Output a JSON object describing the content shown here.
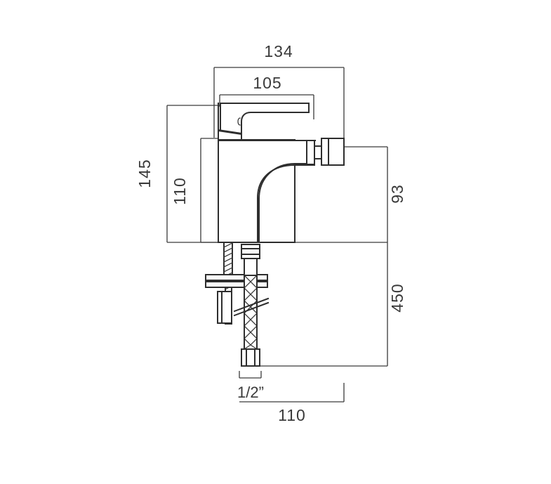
{
  "drawing": {
    "title": "Bidet mixer tap technical dimension drawing",
    "units": "mm",
    "line_color": "#3a3a3a",
    "background_color": "#ffffff",
    "dimensions": {
      "overall_width": "134",
      "spout_reach": "105",
      "overall_height": "145",
      "body_height": "110",
      "tail_to_plate": "93",
      "hose_length": "450",
      "connection_size": "1/2”",
      "base_depth": "110"
    },
    "labels": [
      {
        "id": "dim-134",
        "value": "134",
        "orientation": "horizontal"
      },
      {
        "id": "dim-105",
        "value": "105",
        "orientation": "horizontal"
      },
      {
        "id": "dim-145",
        "value": "145",
        "orientation": "vertical"
      },
      {
        "id": "dim-110-body",
        "value": "110",
        "orientation": "vertical"
      },
      {
        "id": "dim-93",
        "value": "93",
        "orientation": "vertical"
      },
      {
        "id": "dim-450",
        "value": "450",
        "orientation": "vertical"
      },
      {
        "id": "dim-half-inch",
        "value": "1/2”",
        "orientation": "horizontal"
      },
      {
        "id": "dim-110-base",
        "value": "110",
        "orientation": "horizontal"
      }
    ]
  }
}
